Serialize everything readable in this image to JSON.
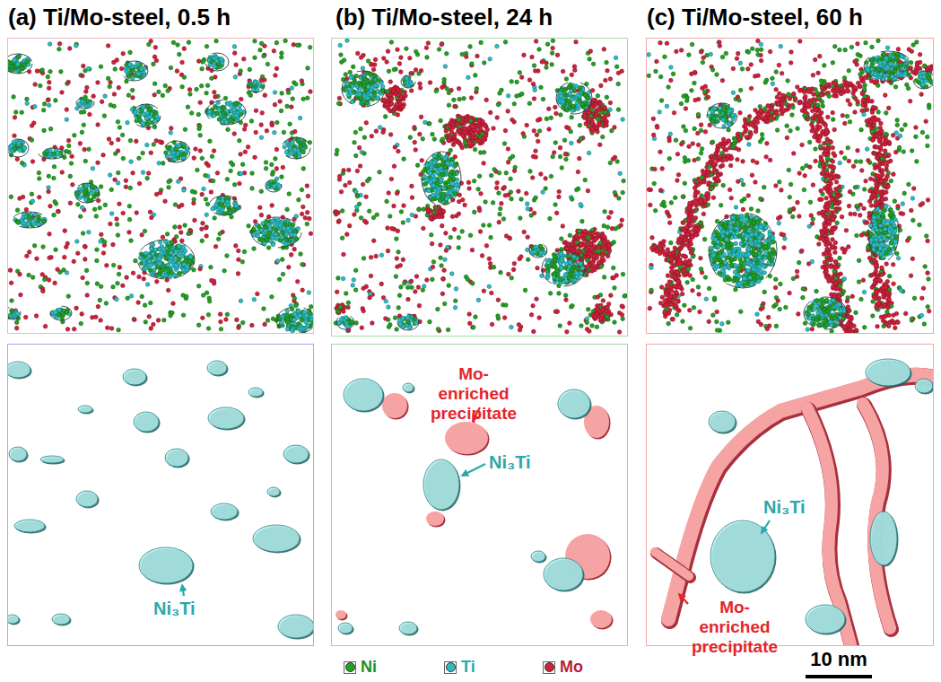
{
  "diagram": {
    "nodes": [
      {
        "text": [
          "(a) Ti/Mo-steel, 0.5 h"
        ]
      },
      {
        "text": [
          "(b) Ti/Mo-steel, 24 h"
        ]
      },
      {
        "text": [
          "(c) Ti/Mo-steel, 60 h"
        ]
      },
      {
        "text": [
          "Ni₃Ti"
        ]
      },
      {
        "text": [
          "Mo-enriched precipitate",
          "Ni₃Ti"
        ]
      },
      {
        "text": [
          "Ni₃Ti",
          "Mo-enriched precipitate"
        ]
      }
    ],
    "labels": [
      "10 nm"
    ],
    "legend": [
      {
        "text": "Ni",
        "color": "#22a022"
      },
      {
        "text": "Ti",
        "color": "#2bbcc4"
      },
      {
        "text": "Mo",
        "color": "#d0203c"
      }
    ]
  }
}
